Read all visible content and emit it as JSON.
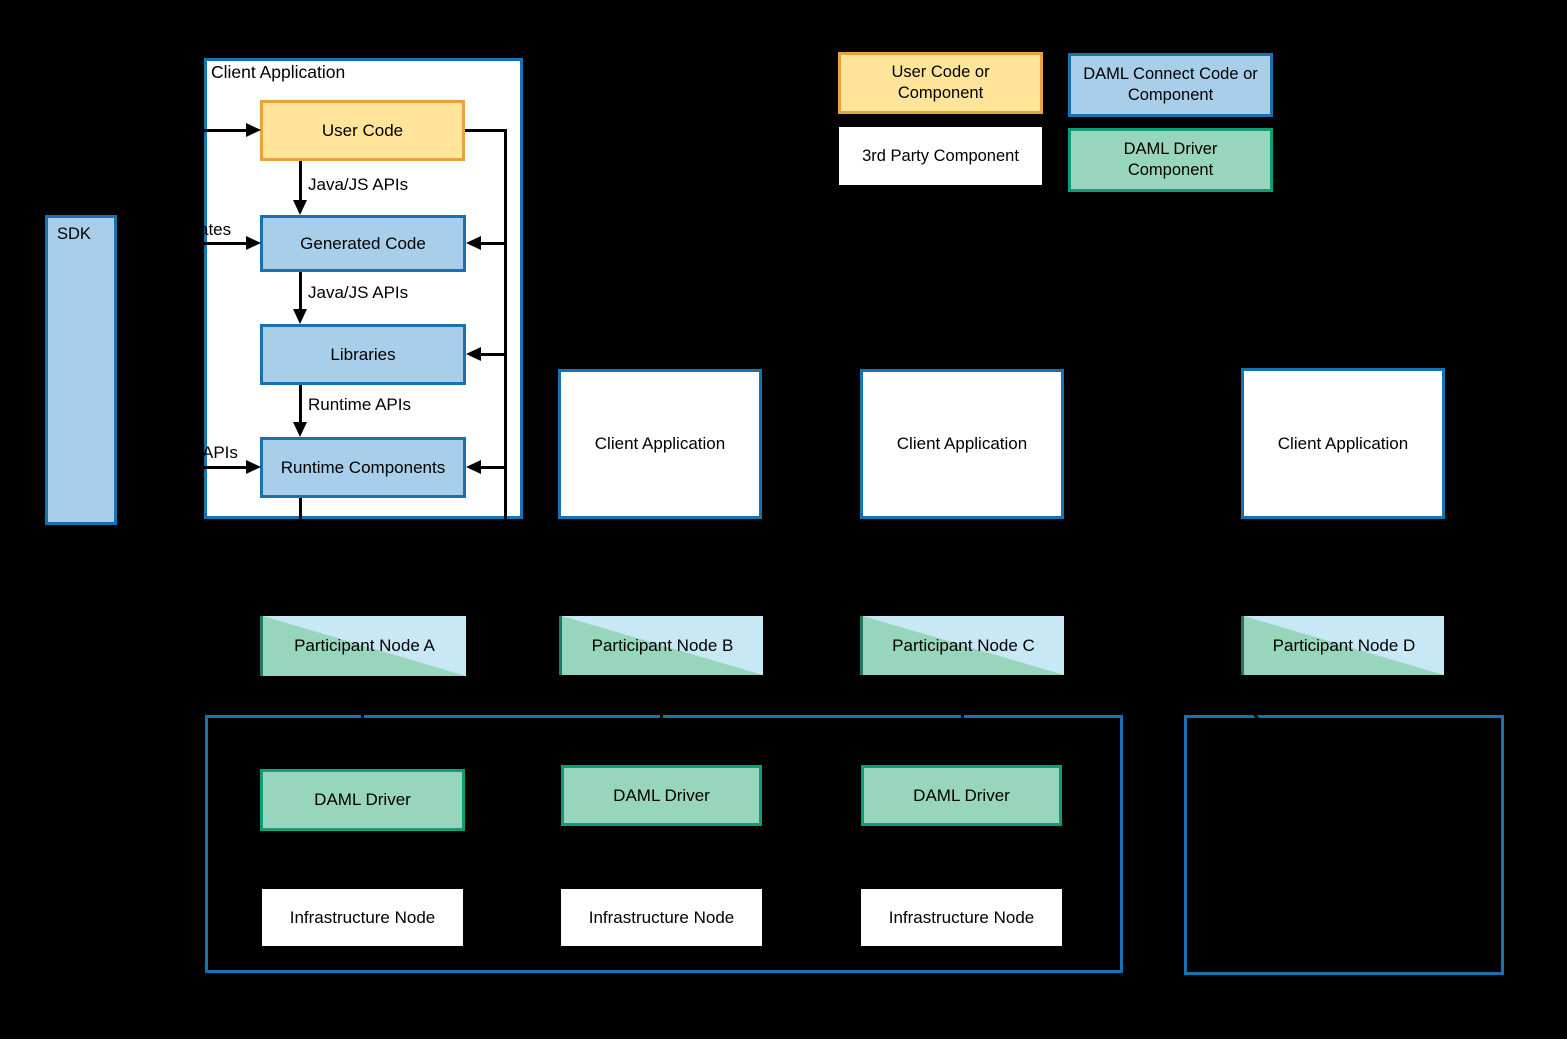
{
  "colors": {
    "background": "#000000",
    "blue_border": "#1673B2",
    "blue_fill": "#A8CEE9",
    "yellow_fill": "#FFE499",
    "yellow_border": "#E8A33D",
    "green_fill": "#98D5BD",
    "green_border": "#119B78",
    "participant_blue": "#C9E8F6",
    "participant_green": "#98D5BD",
    "participant_accent": "#1E7A66",
    "line": "#000000",
    "text": "#000000"
  },
  "sdk": {
    "label": "SDK"
  },
  "client_container": {
    "title": "Client Application"
  },
  "stack": {
    "user_code": "User Code",
    "generated_code": "Generated Code",
    "libraries": "Libraries",
    "runtime_components": "Runtime Components"
  },
  "arrow_labels": {
    "api1": "Java/JS APIs",
    "api2": "Java/JS APIs",
    "api3": "Runtime APIs",
    "generates_clipped": "ates",
    "ledger_apis_clipped": "APIs"
  },
  "legend": {
    "user": "User Code or Component",
    "connect": "DAML Connect Code or Component",
    "third": "3rd Party Component",
    "driver": "DAML Driver Component"
  },
  "client_apps": {
    "b": "Client Application",
    "c": "Client Application",
    "d": "Client Application"
  },
  "participant_nodes": {
    "a": "Participant Node A",
    "b": "Participant Node B",
    "c": "Participant Node C",
    "d": "Participant Node D"
  },
  "daml_drivers": {
    "a": "DAML Driver",
    "b": "DAML Driver",
    "c": "DAML Driver"
  },
  "infrastructure_nodes": {
    "a": "Infrastructure Node",
    "b": "Infrastructure Node",
    "c": "Infrastructure Node"
  }
}
